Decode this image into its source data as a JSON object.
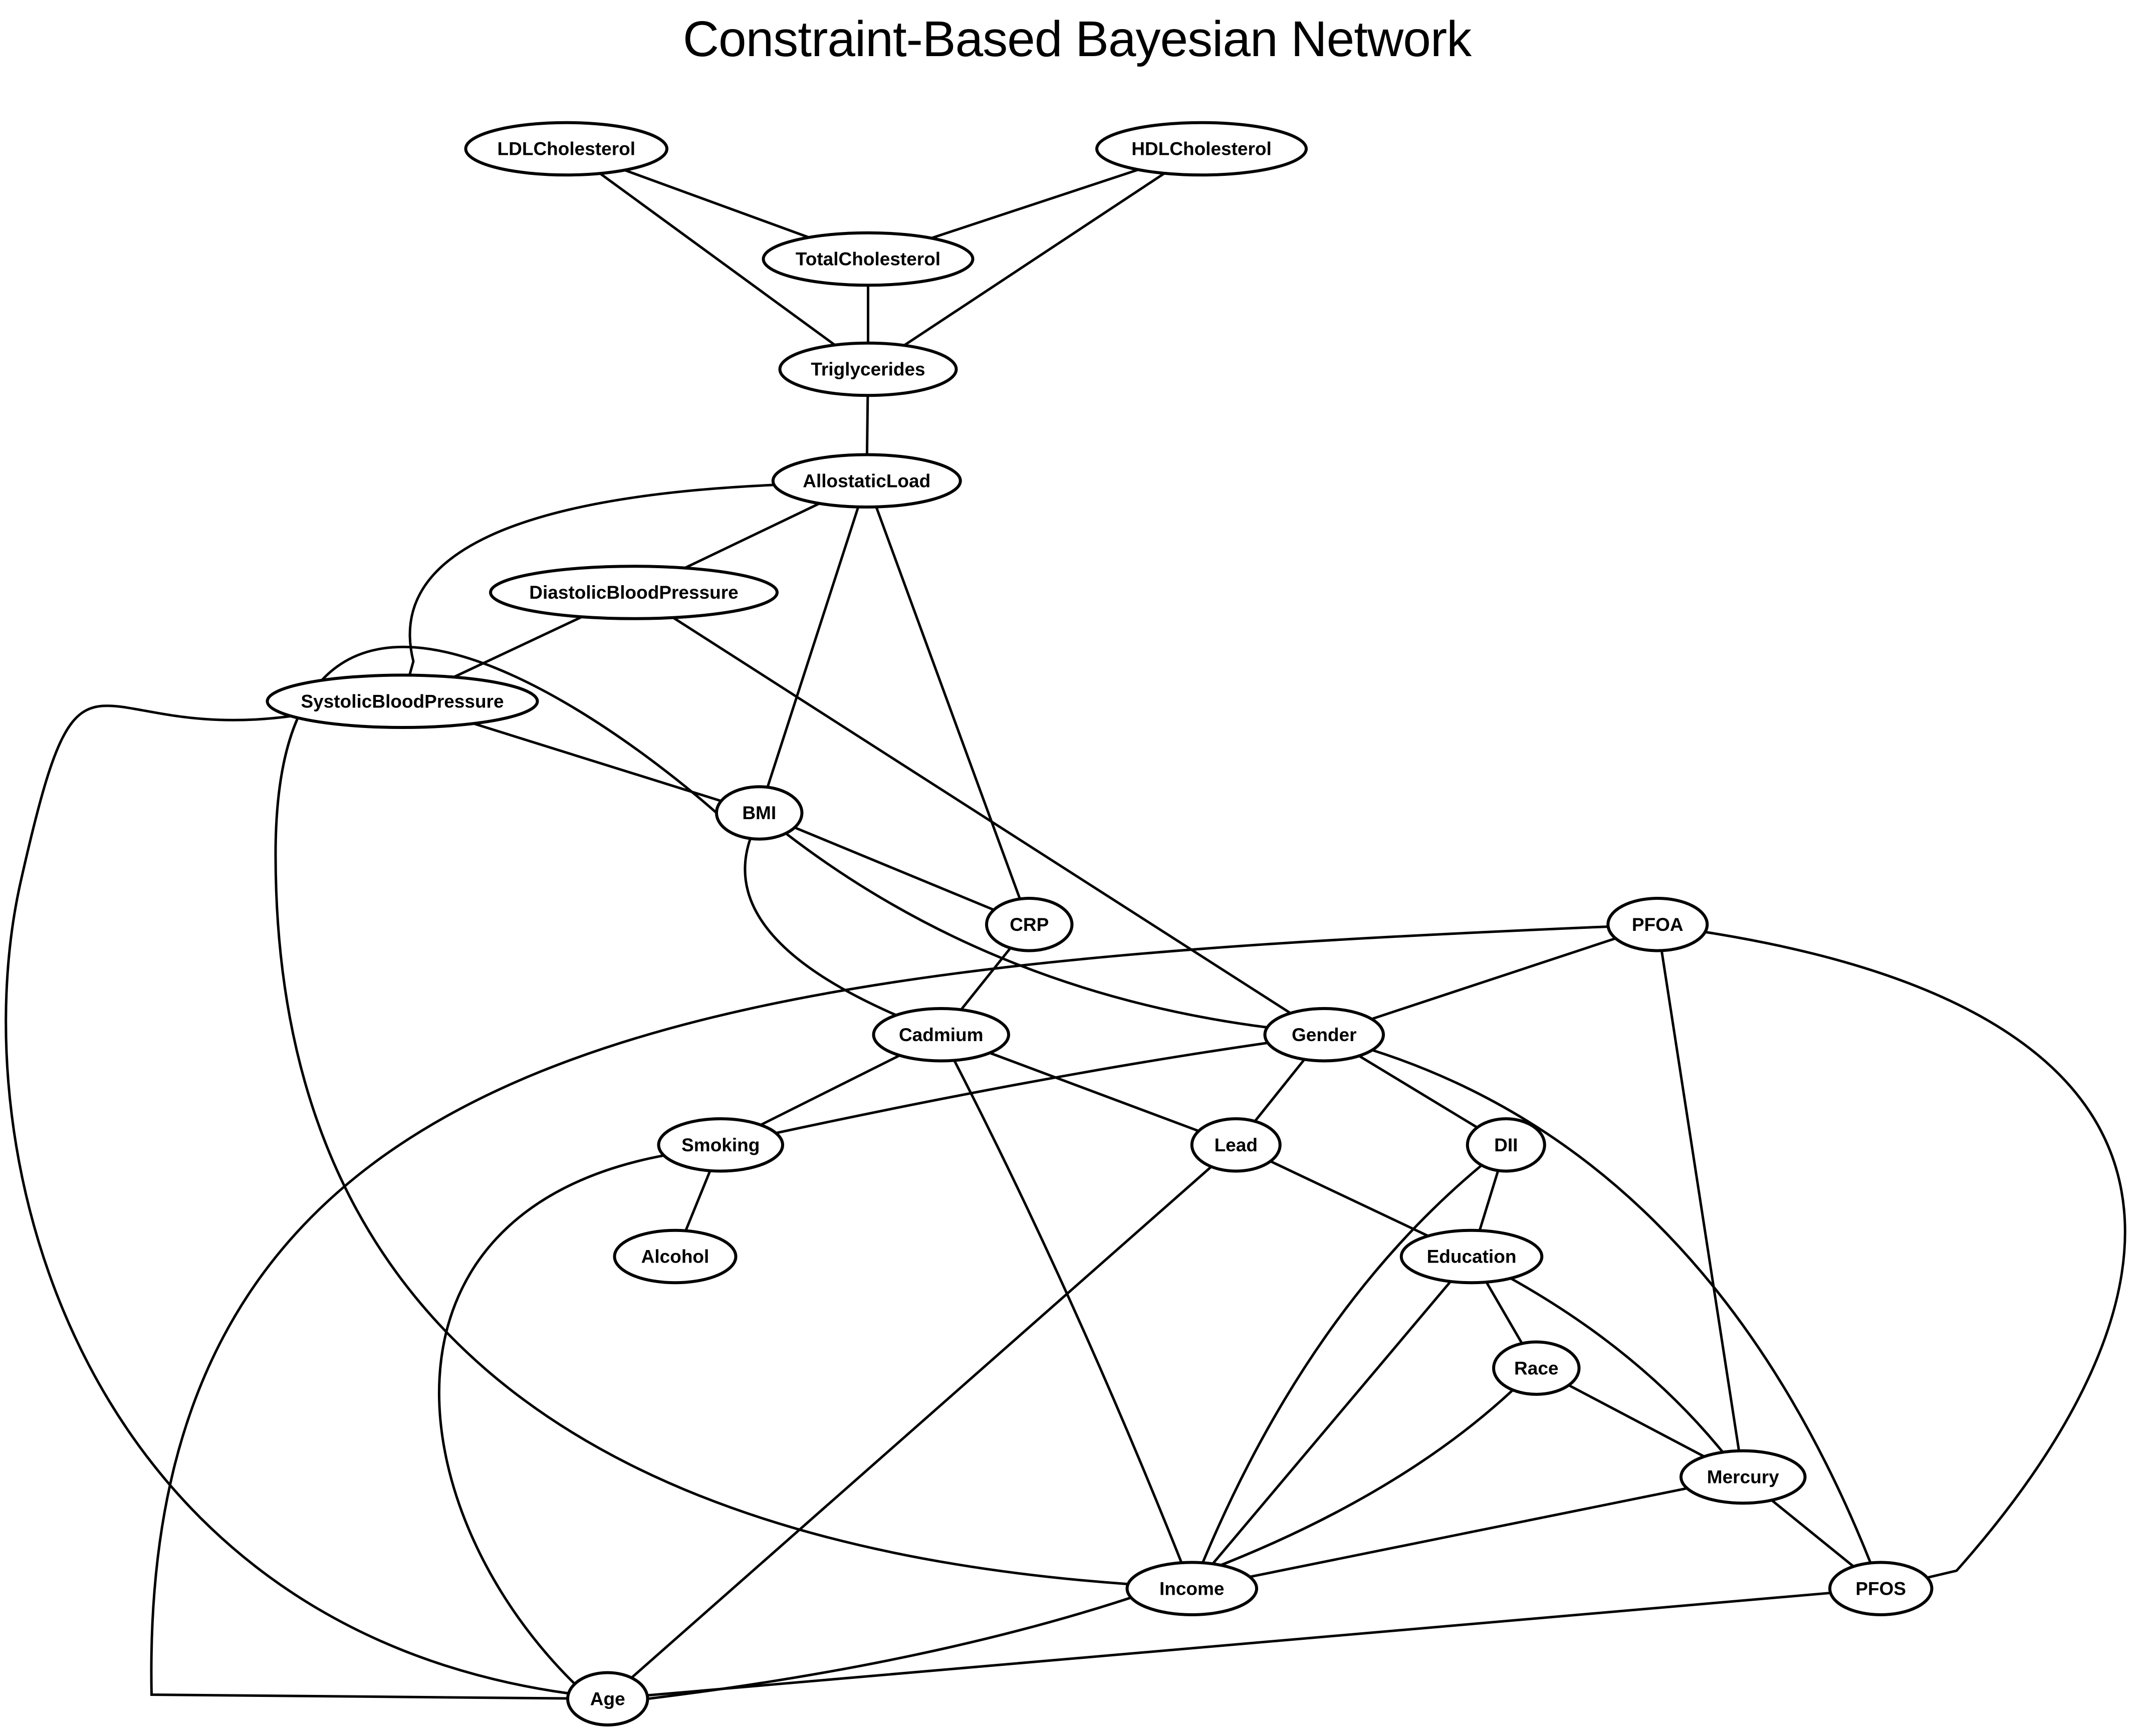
{
  "title": "Constraint-Based Bayesian Network",
  "nodes": [
    {
      "id": "LDLCholesterol",
      "label": "LDLCholesterol"
    },
    {
      "id": "HDLCholesterol",
      "label": "HDLCholesterol"
    },
    {
      "id": "TotalCholesterol",
      "label": "TotalCholesterol"
    },
    {
      "id": "Triglycerides",
      "label": "Triglycerides"
    },
    {
      "id": "AllostaticLoad",
      "label": "AllostaticLoad"
    },
    {
      "id": "DiastolicBloodPressure",
      "label": "DiastolicBloodPressure"
    },
    {
      "id": "SystolicBloodPressure",
      "label": "SystolicBloodPressure"
    },
    {
      "id": "BMI",
      "label": "BMI"
    },
    {
      "id": "CRP",
      "label": "CRP"
    },
    {
      "id": "PFOA",
      "label": "PFOA"
    },
    {
      "id": "Cadmium",
      "label": "Cadmium"
    },
    {
      "id": "Gender",
      "label": "Gender"
    },
    {
      "id": "Smoking",
      "label": "Smoking"
    },
    {
      "id": "Lead",
      "label": "Lead"
    },
    {
      "id": "DII",
      "label": "DII"
    },
    {
      "id": "Alcohol",
      "label": "Alcohol"
    },
    {
      "id": "Education",
      "label": "Education"
    },
    {
      "id": "Race",
      "label": "Race"
    },
    {
      "id": "Mercury",
      "label": "Mercury"
    },
    {
      "id": "Income",
      "label": "Income"
    },
    {
      "id": "PFOS",
      "label": "PFOS"
    },
    {
      "id": "Age",
      "label": "Age"
    }
  ],
  "edges": [
    {
      "from": "LDLCholesterol",
      "to": "TotalCholesterol",
      "directed": true
    },
    {
      "from": "HDLCholesterol",
      "to": "TotalCholesterol",
      "directed": true
    },
    {
      "from": "LDLCholesterol",
      "to": "Triglycerides",
      "directed": true
    },
    {
      "from": "HDLCholesterol",
      "to": "Triglycerides",
      "directed": true
    },
    {
      "from": "TotalCholesterol",
      "to": "Triglycerides",
      "directed": false
    },
    {
      "from": "Triglycerides",
      "to": "AllostaticLoad",
      "directed": true
    },
    {
      "from": "AllostaticLoad",
      "to": "DiastolicBloodPressure",
      "directed": true
    },
    {
      "from": "AllostaticLoad",
      "to": "SystolicBloodPressure",
      "directed": false
    },
    {
      "from": "AllostaticLoad",
      "to": "BMI",
      "directed": true
    },
    {
      "from": "DiastolicBloodPressure",
      "to": "SystolicBloodPressure",
      "directed": true
    },
    {
      "from": "CRP",
      "to": "AllostaticLoad",
      "directed": true
    },
    {
      "from": "Gender",
      "to": "DiastolicBloodPressure",
      "directed": true
    },
    {
      "from": "SystolicBloodPressure",
      "to": "BMI",
      "directed": false
    },
    {
      "from": "Age",
      "to": "SystolicBloodPressure",
      "directed": true
    },
    {
      "from": "BMI",
      "to": "CRP",
      "directed": false
    },
    {
      "from": "BMI",
      "to": "Cadmium",
      "directed": true
    },
    {
      "from": "BMI",
      "to": "Gender",
      "directed": true
    },
    {
      "from": "Income",
      "to": "BMI",
      "directed": true
    },
    {
      "from": "CRP",
      "to": "Cadmium",
      "directed": true
    },
    {
      "from": "PFOA",
      "to": "Gender",
      "directed": true
    },
    {
      "from": "PFOA",
      "to": "Age",
      "directed": false
    },
    {
      "from": "PFOA",
      "to": "Mercury",
      "directed": true
    },
    {
      "from": "PFOA",
      "to": "PFOS",
      "directed": true
    },
    {
      "from": "Cadmium",
      "to": "Smoking",
      "directed": true
    },
    {
      "from": "Cadmium",
      "to": "Lead",
      "directed": true
    },
    {
      "from": "Cadmium",
      "to": "Income",
      "directed": false
    },
    {
      "from": "Gender",
      "to": "Smoking",
      "directed": true
    },
    {
      "from": "Gender",
      "to": "Lead",
      "directed": true
    },
    {
      "from": "Gender",
      "to": "DII",
      "directed": true
    },
    {
      "from": "Gender",
      "to": "PFOS",
      "directed": true
    },
    {
      "from": "Smoking",
      "to": "Alcohol",
      "directed": true
    },
    {
      "from": "Smoking",
      "to": "Age",
      "directed": true
    },
    {
      "from": "Lead",
      "to": "Education",
      "directed": true
    },
    {
      "from": "Lead",
      "to": "Age",
      "directed": true
    },
    {
      "from": "DII",
      "to": "Education",
      "directed": false
    },
    {
      "from": "DII",
      "to": "Income",
      "directed": false
    },
    {
      "from": "Education",
      "to": "Race",
      "directed": false
    },
    {
      "from": "Education",
      "to": "Income",
      "directed": false
    },
    {
      "from": "Mercury",
      "to": "Education",
      "directed": true
    },
    {
      "from": "Race",
      "to": "Mercury",
      "directed": true
    },
    {
      "from": "Race",
      "to": "Age",
      "directed": false
    },
    {
      "from": "Mercury",
      "to": "Income",
      "directed": true
    },
    {
      "from": "Mercury",
      "to": "PFOS",
      "directed": true
    },
    {
      "from": "PFOS",
      "to": "Age",
      "directed": false
    }
  ]
}
